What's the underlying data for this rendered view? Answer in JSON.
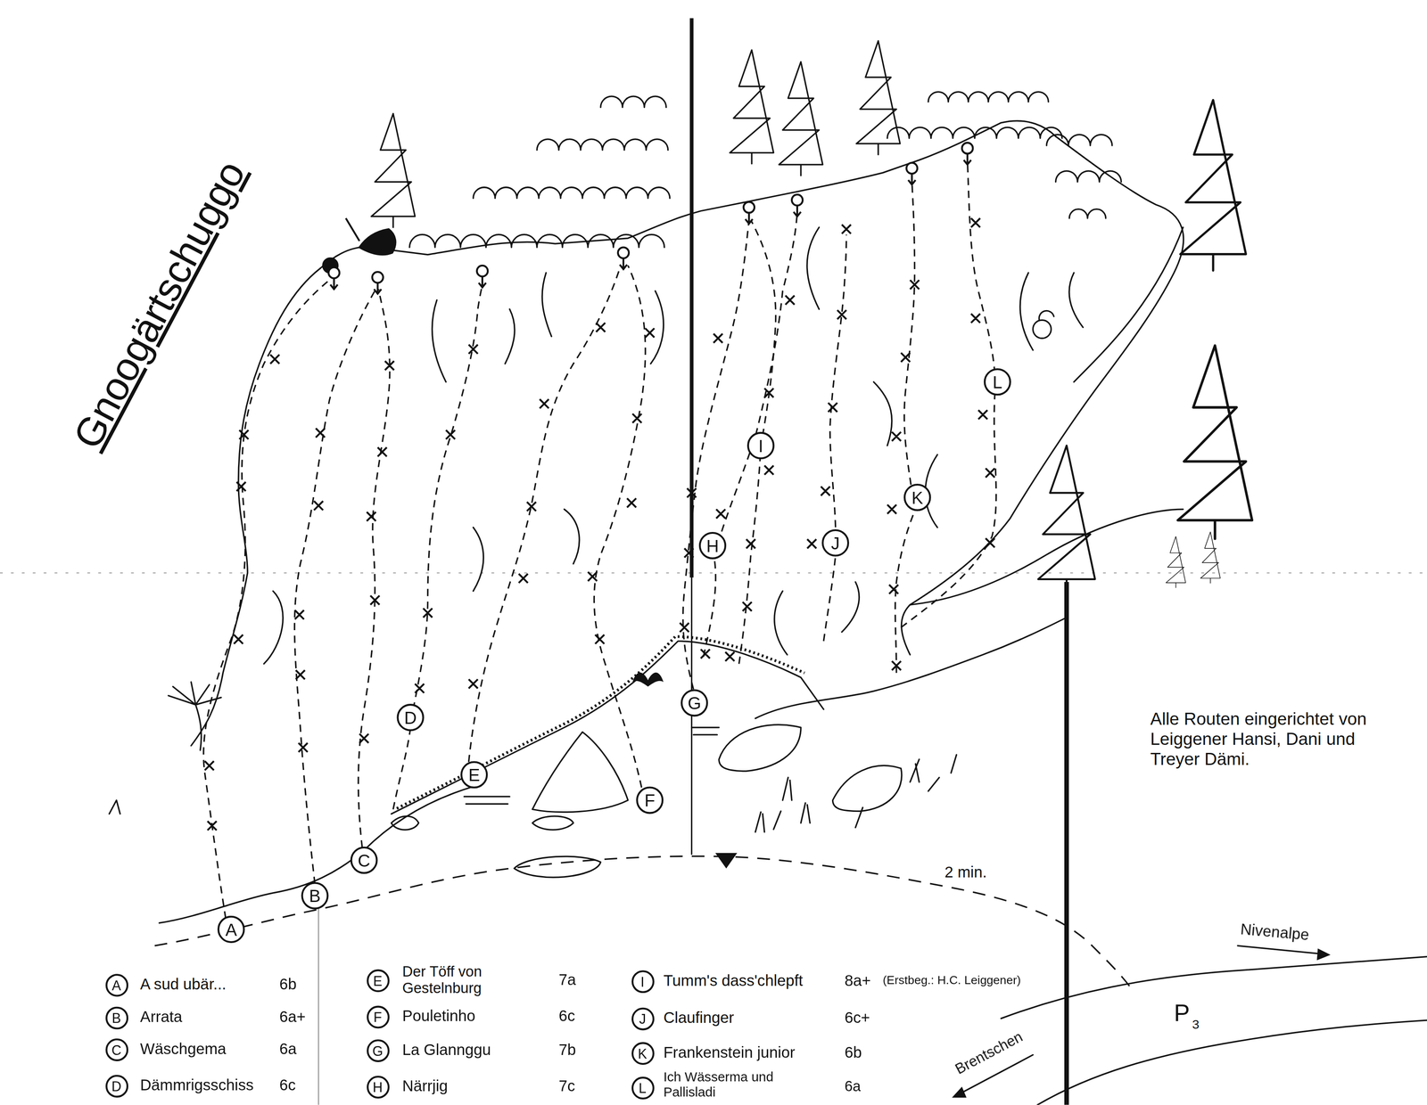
{
  "diagram": {
    "title": "Gnoogärtschuggo",
    "nodes": [
      {
        "text": [
          "A"
        ]
      },
      {
        "text": [
          "B"
        ]
      },
      {
        "text": [
          "C"
        ]
      },
      {
        "text": [
          "D"
        ]
      },
      {
        "text": [
          "E"
        ]
      },
      {
        "text": [
          "F"
        ]
      },
      {
        "text": [
          "G"
        ]
      },
      {
        "text": [
          "H"
        ]
      },
      {
        "text": [
          "I"
        ]
      },
      {
        "text": [
          "J"
        ]
      },
      {
        "text": [
          "K"
        ]
      },
      {
        "text": [
          "L"
        ]
      },
      {
        "text": [
          "A"
        ]
      },
      {
        "text": [
          "B"
        ]
      },
      {
        "text": [
          "C"
        ]
      },
      {
        "text": [
          "D"
        ]
      },
      {
        "text": [
          "E"
        ]
      },
      {
        "text": [
          "F"
        ]
      },
      {
        "text": [
          "G"
        ]
      },
      {
        "text": [
          "H"
        ]
      },
      {
        "text": [
          "I"
        ]
      },
      {
        "text": [
          "J"
        ]
      },
      {
        "text": [
          "K"
        ]
      },
      {
        "text": [
          "L"
        ]
      }
    ],
    "labels": [
      "A sud ubär...",
      "6b",
      "Arrata",
      "6a+",
      "Wäschgema",
      "6a",
      "Dämmrigsschiss",
      "6c",
      "Der Töff von Gestelnburg",
      "7a",
      "Pouletinho",
      "6c",
      "La Glannggu",
      "7b",
      "Närrjig",
      "7c",
      "Tumm's dass'chlepft",
      "8a+",
      "(Erstbeg.: H.C. Leiggener)",
      "Claufinger",
      "6c+",
      "Frankenstein junior",
      "6b",
      "Ich Wässerma und Pallisladi",
      "6a",
      "2 min.",
      "Nivenalpe",
      "Brentschen",
      "P",
      "3",
      "Alle Routen eingerichtet von Leiggener Hansi, Dani und Treyer Dämi."
    ]
  }
}
